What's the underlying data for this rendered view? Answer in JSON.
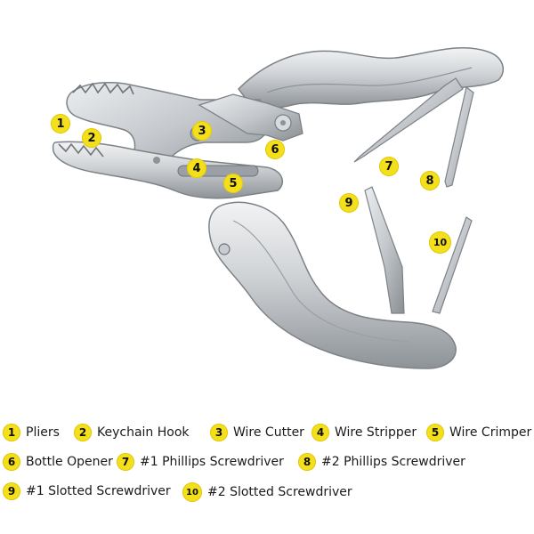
{
  "callouts": [
    "1",
    "2",
    "3",
    "4",
    "5",
    "6",
    "7",
    "8",
    "9",
    "10"
  ],
  "legend": [
    {
      "num": "1",
      "label": "Pliers"
    },
    {
      "num": "2",
      "label": "Keychain Hook"
    },
    {
      "num": "3",
      "label": "Wire Cutter"
    },
    {
      "num": "4",
      "label": "Wire Stripper"
    },
    {
      "num": "5",
      "label": "Wire Crimper"
    },
    {
      "num": "6",
      "label": "Bottle Opener"
    },
    {
      "num": "7",
      "label": "#1 Phillips Screwdriver"
    },
    {
      "num": "8",
      "label": "#2 Phillips Screwdriver"
    },
    {
      "num": "9",
      "label": "#1 Slotted Screwdriver"
    },
    {
      "num": "10",
      "label": "#2 Slotted Screwdriver"
    }
  ],
  "colors": {
    "callout_fill": "#f4e01a",
    "steel_light": "#e6e8ea",
    "steel_mid": "#b9bdc1",
    "steel_dark": "#7d8287"
  }
}
